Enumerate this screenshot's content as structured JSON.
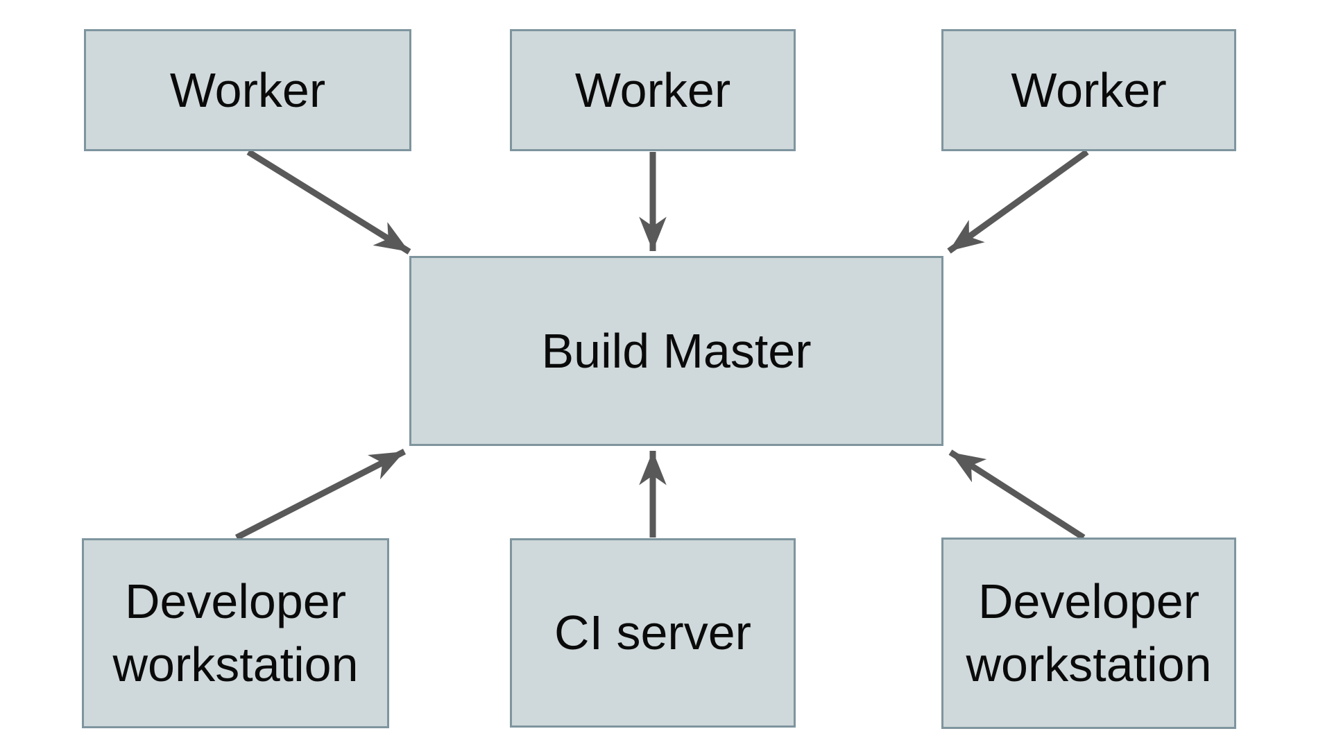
{
  "diagram": {
    "nodes": {
      "worker_1": {
        "label": "Worker"
      },
      "worker_2": {
        "label": "Worker"
      },
      "worker_3": {
        "label": "Worker"
      },
      "build_master": {
        "label": "Build Master"
      },
      "dev_workstation_left": {
        "label": "Developer workstation"
      },
      "ci_server": {
        "label": "CI server"
      },
      "dev_workstation_right": {
        "label": "Developer workstation"
      }
    },
    "edges": [
      {
        "from": "worker_1",
        "to": "build_master"
      },
      {
        "from": "worker_2",
        "to": "build_master"
      },
      {
        "from": "worker_3",
        "to": "build_master"
      },
      {
        "from": "dev_workstation_left",
        "to": "build_master"
      },
      {
        "from": "ci_server",
        "to": "build_master"
      },
      {
        "from": "dev_workstation_right",
        "to": "build_master"
      }
    ],
    "colors": {
      "node_fill": "#cfd8da",
      "node_border": "#7e959e",
      "arrow": "#595959",
      "text": "#0a0a0a",
      "background": "#ffffff"
    }
  }
}
